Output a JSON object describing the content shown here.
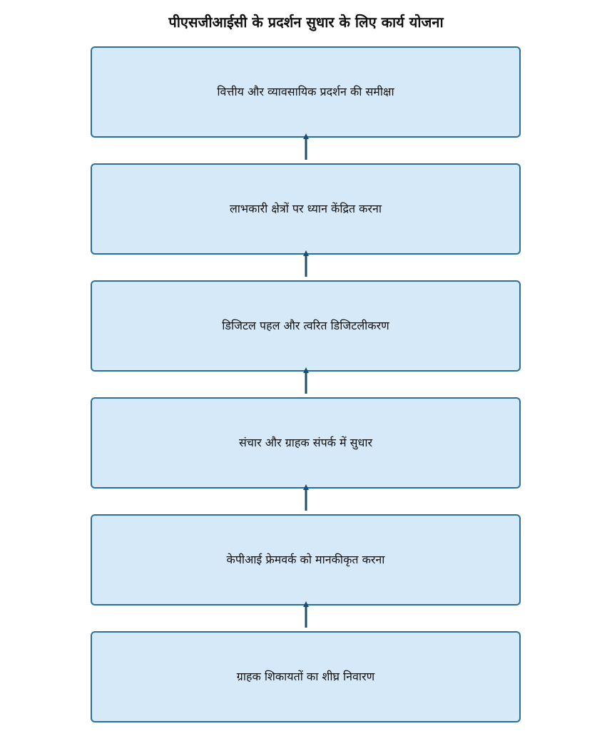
{
  "title": "पीएसजीआईसी के प्रदर्शन सुधार के लिए कार्य योजना",
  "colors": {
    "box_fill": "#d6e9f8",
    "box_border": "#2b6f9e",
    "arrow": "#1d4e6e"
  },
  "steps": [
    {
      "label": "वित्तीय और व्यावसायिक प्रदर्शन की समीक्षा"
    },
    {
      "label": "लाभकारी क्षेत्रों पर ध्यान केंद्रित करना"
    },
    {
      "label": "डिजिटल पहल और त्वरित डिजिटलीकरण"
    },
    {
      "label": "संचार और ग्राहक संपर्क में सुधार"
    },
    {
      "label": "केपीआई फ्रेमवर्क को मानकीकृत करना"
    },
    {
      "label": "ग्राहक शिकायतों का शीघ्र निवारण"
    }
  ],
  "flow_direction": "bottom-to-top"
}
